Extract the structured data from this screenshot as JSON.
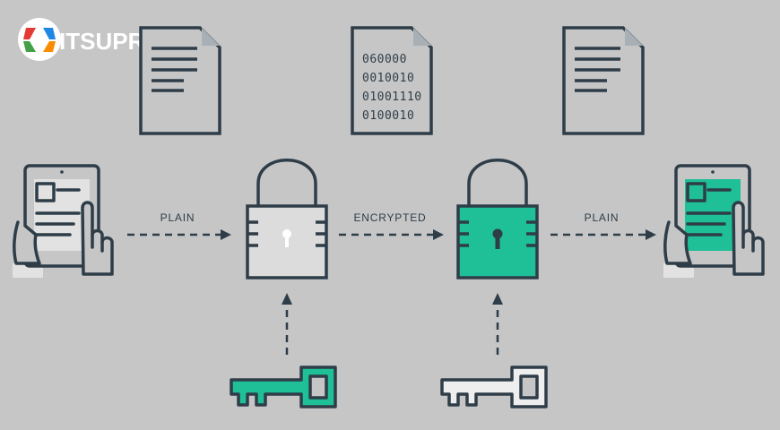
{
  "logo": {
    "text": "ITSUPRO",
    "registered": "®"
  },
  "labels": {
    "plain_left": "PLAIN",
    "encrypted": "ENCRYPTED",
    "plain_right": "PLAIN"
  },
  "cipher_lines": [
    "060000",
    "0010010",
    "01001110",
    "0100010"
  ],
  "colors": {
    "background": "#c6c6c6",
    "stroke": "#2e3d48",
    "accent": "#1fbf97",
    "light": "#e2e2e2"
  }
}
